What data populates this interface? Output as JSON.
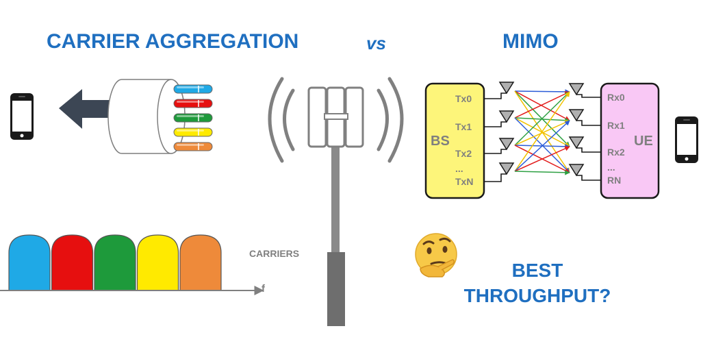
{
  "titles": {
    "carrier_aggregation": "CARRIER AGGREGATION",
    "vs": "vs",
    "mimo": "MIMO"
  },
  "spectrum": {
    "label": "CARRIERS",
    "axis_label": "f",
    "carrier_colors": [
      "#1fa9e6",
      "#e60f0f",
      "#1e9a3b",
      "#ffea00",
      "#ee8a3a"
    ]
  },
  "cable": {
    "fiber_colors": [
      "#1fa9e6",
      "#e60f0f",
      "#1e9a3b",
      "#ffea00",
      "#ee8a3a"
    ]
  },
  "mimo": {
    "bs_label": "BS",
    "ue_label": "UE",
    "tx_labels": [
      "Tx0",
      "Tx1",
      "Tx2",
      "...",
      "TxN"
    ],
    "rx_labels": [
      "Rx0",
      "Rx1",
      "Rx2",
      "...",
      "RN"
    ],
    "box_bs_color": "#fdf57a",
    "box_ue_color": "#f9c8f5",
    "path_colors": [
      "#2a5bd7",
      "#e21b1b",
      "#2ea043",
      "#f2c200"
    ]
  },
  "question": {
    "line1": "BEST",
    "line2": "THROUGHPUT?"
  },
  "colors": {
    "title": "#1f6fc0",
    "grey_label": "#7f7f7f"
  }
}
